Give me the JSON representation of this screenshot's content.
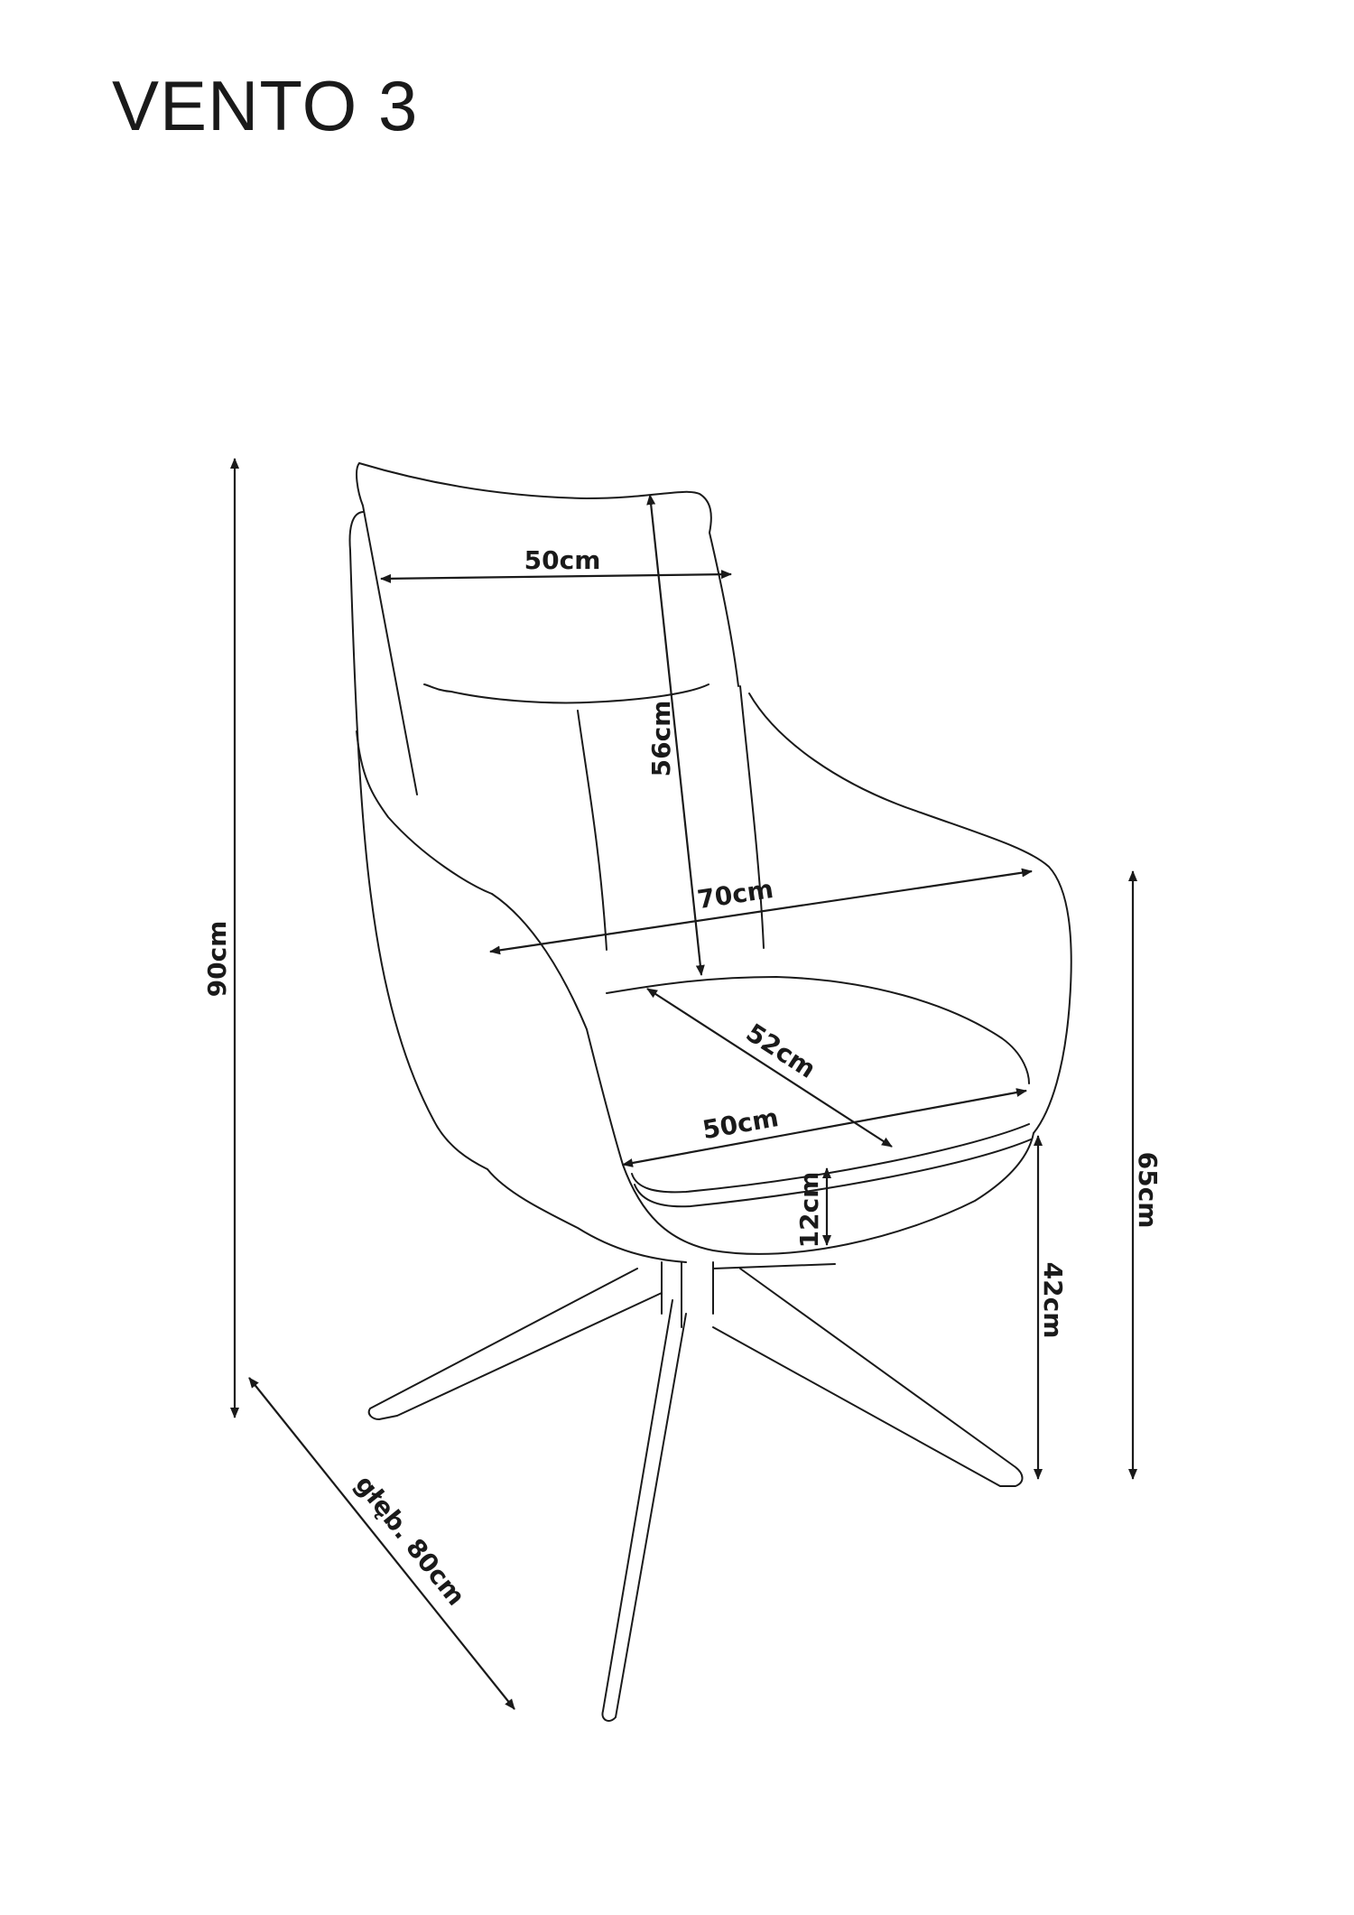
{
  "title": "VENTO 3",
  "dimensions": {
    "back_width": "50cm",
    "back_height": "56cm",
    "total_width": "70cm",
    "seat_depth": "52cm",
    "seat_width": "50cm",
    "seat_thickness": "12cm",
    "seat_height": "42cm",
    "armrest_height": "65cm",
    "total_height": "90cm",
    "total_depth": "głęb. 80cm"
  },
  "colors": {
    "line": "#1a1a1a",
    "background": "#ffffff"
  }
}
